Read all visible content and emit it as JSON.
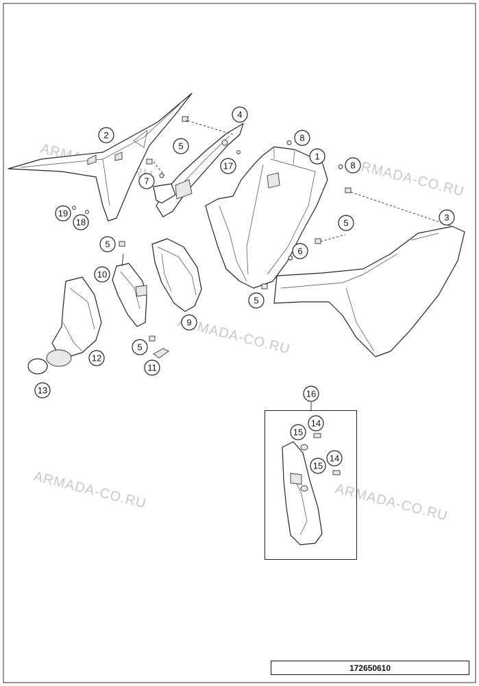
{
  "drawing_code": "172650610",
  "watermark": "ARMADA-CO.RU",
  "callouts": {
    "c1": "1",
    "c2": "2",
    "c3": "3",
    "c4": "4",
    "c5a": "5",
    "c5b": "5",
    "c5c": "5",
    "c5d": "5",
    "c5e": "5",
    "c6": "6",
    "c7": "7",
    "c8a": "8",
    "c8b": "8",
    "c9": "9",
    "c10": "10",
    "c11": "11",
    "c12": "12",
    "c13": "13",
    "c14a": "14",
    "c14b": "14",
    "c15a": "15",
    "c15b": "15",
    "c16": "16",
    "c17": "17",
    "c18": "18",
    "c19": "19"
  }
}
